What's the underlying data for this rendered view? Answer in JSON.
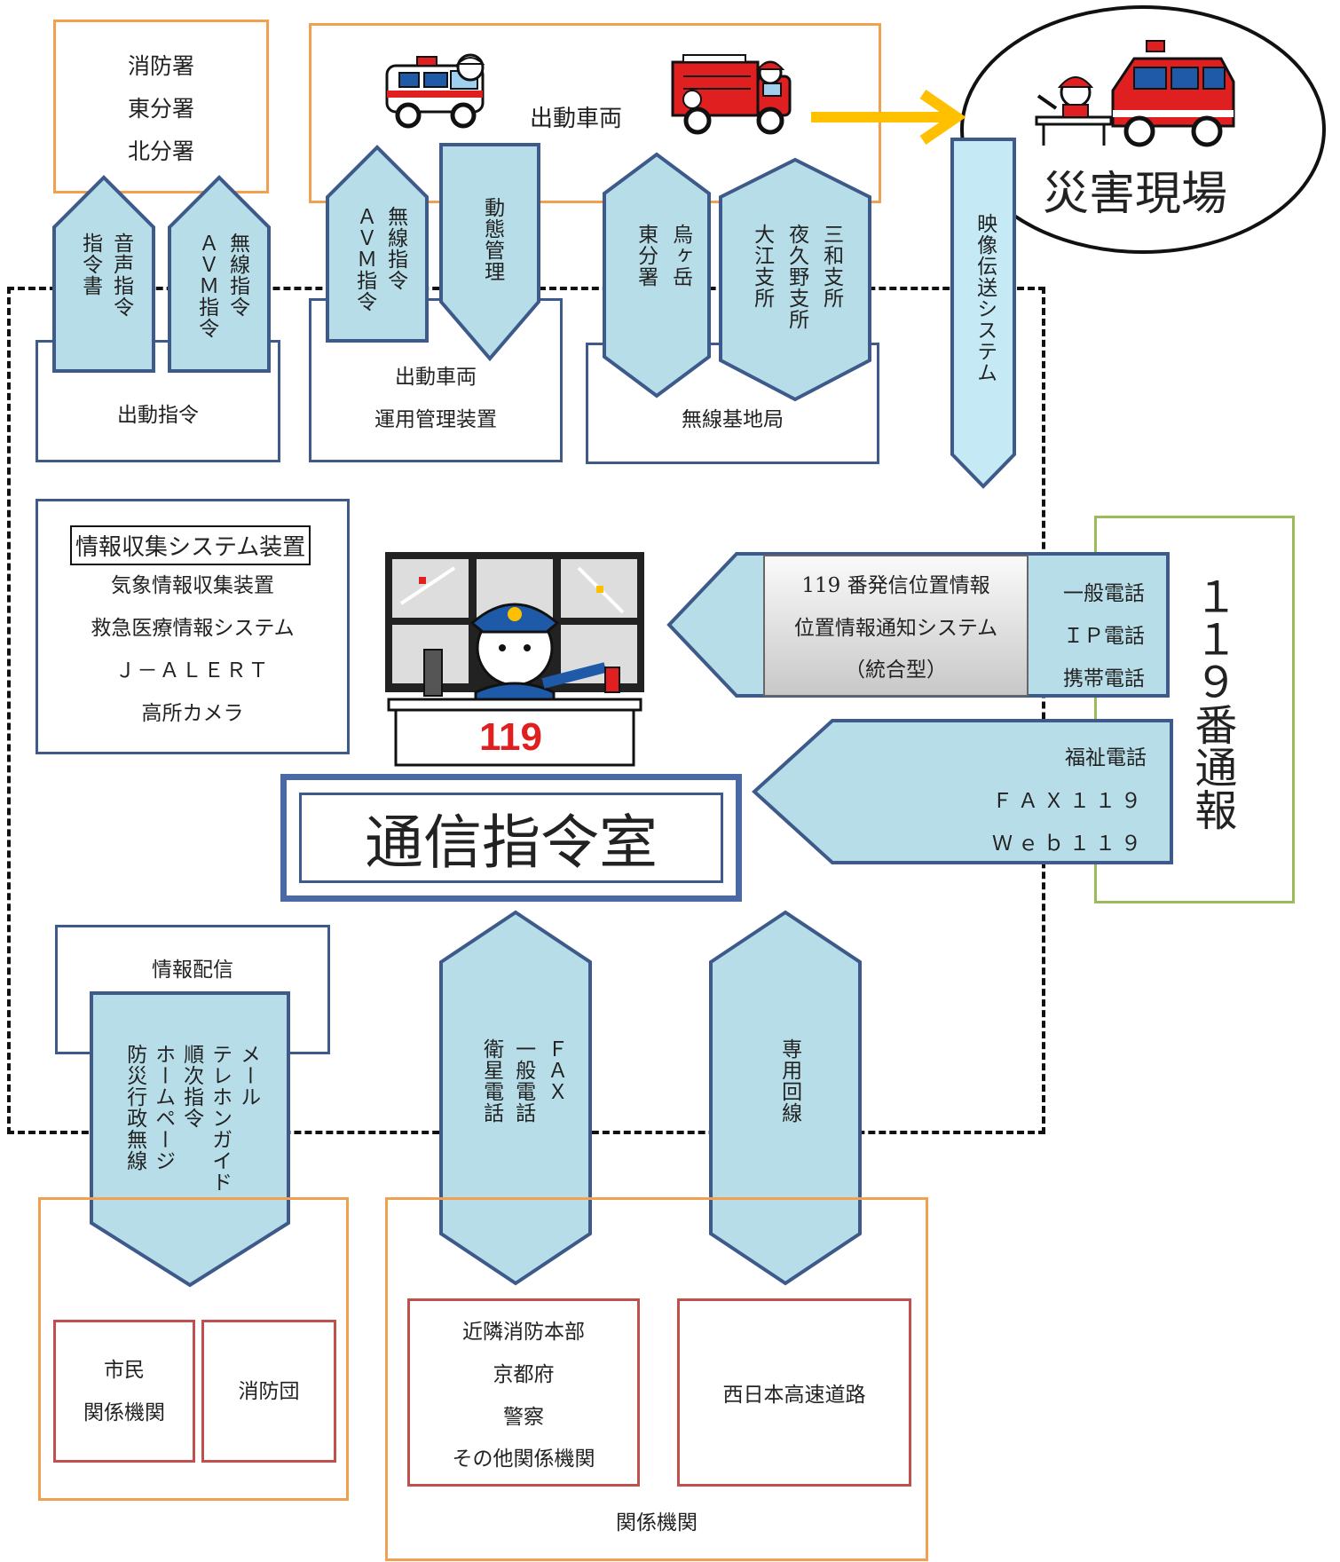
{
  "stations": [
    "消防署",
    "東分署",
    "北分署"
  ],
  "dispatch": {
    "vehicles_label": "出動車両",
    "order_label": "出動指令",
    "order_arrow_a": [
      "音声指令",
      "指令書"
    ],
    "order_arrow_b": [
      "無線指令",
      "ＡＶＭ指令"
    ],
    "mgmt_label_1": "出動車両",
    "mgmt_label_2": "運用管理装置",
    "mgmt_arrow_up": [
      "無線指令",
      "ＡＶＭ指令"
    ],
    "mgmt_arrow_down": [
      "動態管理"
    ],
    "radio_label": "無線基地局",
    "radio_hex_a": [
      "烏ヶ岳",
      "東分署"
    ],
    "radio_hex_b": [
      "三和支所",
      "夜久野支所",
      "大江支所"
    ],
    "video_label": "映像伝送システム",
    "scene_label": "災害現場"
  },
  "info_collect": {
    "title": "情報収集システム装置",
    "items": [
      "気象情報収集装置",
      "救急医療情報システム",
      "Ｊ－ＡＬＥＲＴ",
      "高所カメラ"
    ]
  },
  "center": {
    "title": "通信指令室",
    "desk_number": "119"
  },
  "location": {
    "lines": [
      "119 番発信位置情報",
      "位置情報通知システム",
      "（統合型）"
    ],
    "phones": [
      "一般電話",
      "ＩＰ電話",
      "携帯電話"
    ],
    "other_phones": [
      "福祉電話",
      "ＦＡＸ１１９",
      "Ｗｅｂ１１９"
    ],
    "report_label": "１１９番通報"
  },
  "distribution": {
    "title": "情報配信",
    "items": [
      "メール",
      "テレホンガイド",
      "順次指令",
      "ホームページ",
      "防災行政無線"
    ]
  },
  "links": {
    "comm_a": [
      "ＦＡＸ",
      "一般電話",
      "衛星電話"
    ],
    "comm_b": [
      "専用回線"
    ]
  },
  "recipients": {
    "citizens": [
      "市民",
      "関係機関"
    ],
    "fire_corps": "消防団",
    "agencies": [
      "近隣消防本部",
      "京都府",
      "警察",
      "その他関係機関"
    ],
    "highway": "西日本高速道路",
    "group_label": "関係機関"
  },
  "colors": {
    "arrow_fill": "#b7dde8",
    "arrow_stroke": "#3d5a8a",
    "orange": "#f0a050",
    "navy": "#3d5a8a",
    "green": "#9bbb59",
    "red": "#c0504d",
    "yellow_arrow": "#ffc000",
    "video_fill": "#c5e9f5"
  }
}
